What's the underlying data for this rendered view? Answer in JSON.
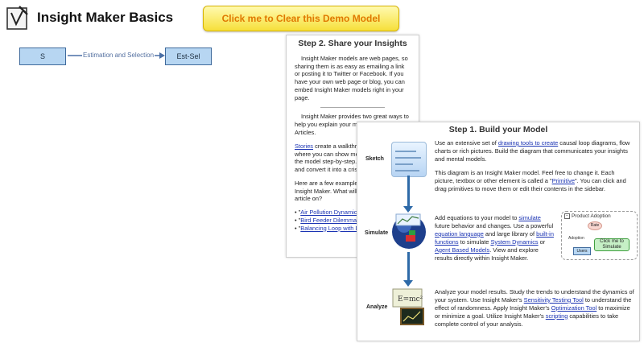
{
  "header": {
    "title": "Insight Maker Basics",
    "clear_button": "Click me to Clear this Demo Model"
  },
  "model": {
    "stock_left": "S",
    "flow_label": "Estimation and Selection",
    "stock_right": "Est-Sel"
  },
  "step2": {
    "title": "Step 2. Share your Insights",
    "p1": "Insight Maker models are web pages, so sharing them is as easy as emailing a link or posting it to Twitter or Facebook. If you have your own web page or blog, you can embed Insight Maker models right in your page.",
    "p2": "Insight Maker provides two great ways to help you explain your model: Stories and Articles.",
    "p3_link": "Stories",
    "p3_text": " create a walkthrough of your model where you can show messages and change the model step-by-step. Articles take a story and convert it into a crisp static web page.",
    "p4": "Here are a few example articles made with Insight Maker. What will you write your article on?",
    "articles": [
      "Air Pollution Dynamics",
      "Bird Feeder Dilemma",
      "Balancing Loop with Delay"
    ]
  },
  "step1": {
    "title": "Step 1. Build your Model",
    "p1_a": "Use an extensive set of ",
    "p1_link": "drawing tools to create",
    "p1_b": " causal loop diagrams, flow charts or rich pictures. Build the diagram that communicates your insights and mental models.",
    "p2_a": "This diagram is an Insight Maker model. Feel free to change it. Each picture, textbox or other element is called a \"",
    "p2_link": "Primitive",
    "p2_b": "\". You can click and drag primitives to move them or edit their contents in the sidebar.",
    "p3_a": "Add equations to your model to ",
    "p3_link1": "simulate",
    "p3_b": " future behavior and changes. Use a powerful ",
    "p3_link2": "equation language",
    "p3_c": " and large library of ",
    "p3_link3": "built-in functions",
    "p3_d": " to simulate ",
    "p3_link4": "System Dynamics",
    "p3_e": " or ",
    "p3_link5": "Agent Based Models",
    "p3_f": ". View and explore results directly within Insight Maker.",
    "p4_a": "Analyze your model results. Study the trends to understand the dynamics of your system. Use Insight Maker's ",
    "p4_link1": "Sensitivity Testing Tool",
    "p4_b": " to understand the effect of randomness. Apply Insight Maker's ",
    "p4_link2": "Optimization Tool",
    "p4_c": " to maximize or minimize a goal. Utilize Insight Maker's ",
    "p4_link3": "scripting",
    "p4_d": " capabilities to take complete control of your analysis."
  },
  "labels": {
    "sketch": "Sketch",
    "simulate": "Simulate",
    "analyze": "Analyze"
  },
  "demo": {
    "title": "Product Adoption",
    "rate": "Rate",
    "flow": "Adoption",
    "stock": "Users",
    "button": "Click me to Simulate"
  },
  "colors": {
    "accent_orange": "#e07800",
    "button_yellow": "#f6df3a",
    "link_blue": "#1a33b3",
    "stock_blue": "#b7d6f2",
    "arrow_blue": "#2e6aa8"
  }
}
